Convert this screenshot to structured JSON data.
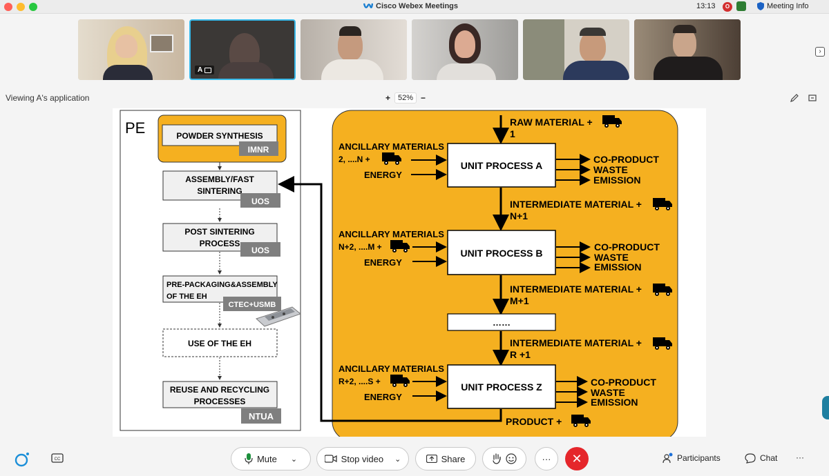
{
  "window": {
    "title": "Cisco Webex Meetings",
    "clock": "13:13",
    "recording_badge": "O",
    "meeting_info": "Meeting Info"
  },
  "participants": [
    {
      "label": ""
    },
    {
      "label": "A"
    },
    {
      "label": ""
    },
    {
      "label": ""
    },
    {
      "label": ""
    },
    {
      "label": ""
    }
  ],
  "share": {
    "viewing": "Viewing A's application",
    "zoom": "52%",
    "zoom_in": "+",
    "zoom_out": "−"
  },
  "slide": {
    "pe_label": "PE",
    "left_steps": [
      {
        "title": "POWDER SYNTHESIS",
        "org": "IMNR"
      },
      {
        "title_l1": "ASSEMBLY/FAST",
        "title_l2": "SINTERING",
        "org": "UOS"
      },
      {
        "title_l1": "POST SINTERING",
        "title_l2": "PROCESS",
        "org": "UOS"
      },
      {
        "title_l1": "PRE-PACKAGING&ASSEMBLY",
        "title_l2": "OF THE EH",
        "org": "CTEC+USMB"
      },
      {
        "title": "USE OF THE EH"
      },
      {
        "title_l1": "REUSE AND RECYCLING",
        "title_l2": "PROCESSES",
        "org": "NTUA"
      }
    ],
    "raw_material": "RAW MATERIAL +",
    "raw_index": "1",
    "ancillary": "ANCILLARY MATERIALS",
    "anc_a": "2, ....N +",
    "anc_b": "N+2, ....M +",
    "anc_z": "R+2, ....S +",
    "energy": "ENERGY",
    "unit_a": "UNIT PROCESS A",
    "unit_b": "UNIT PROCESS B",
    "unit_z": "UNIT PROCESS Z",
    "ellipsis": "……",
    "outputs": [
      "CO-PRODUCT",
      "WASTE",
      "EMISSION"
    ],
    "inter": "INTERMEDIATE MATERIAL +",
    "inter_1": "N+1",
    "inter_2": "M+1",
    "inter_3": "R +1",
    "product": "PRODUCT +"
  },
  "toolbar": {
    "mute": "Mute",
    "stop_video": "Stop video",
    "share": "Share",
    "more": "···",
    "participants": "Participants",
    "chat": "Chat",
    "overflow": "···"
  },
  "colors": {
    "accent": "#f5b020",
    "org_badge": "#7f7f7f",
    "leave": "#e5262b",
    "active_tile": "#37b8e8"
  }
}
